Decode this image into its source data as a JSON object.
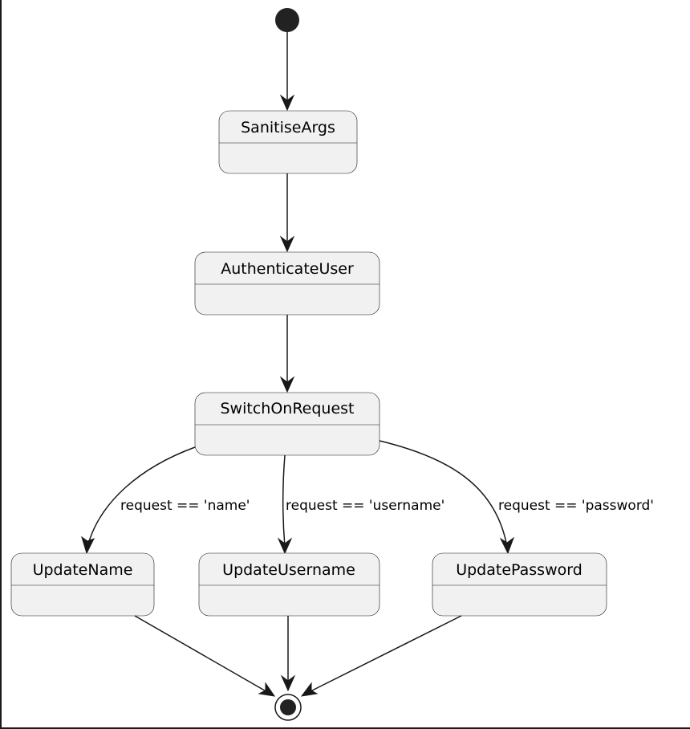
{
  "diagram": {
    "states": {
      "sanitise_args": "SanitiseArgs",
      "authenticate_user": "AuthenticateUser",
      "switch_on_request": "SwitchOnRequest",
      "update_name": "UpdateName",
      "update_username": "UpdateUsername",
      "update_password": "UpdatePassword"
    },
    "transitions": {
      "to_name": "request == 'name'",
      "to_username": "request == 'username'",
      "to_password": "request == 'password'"
    }
  }
}
